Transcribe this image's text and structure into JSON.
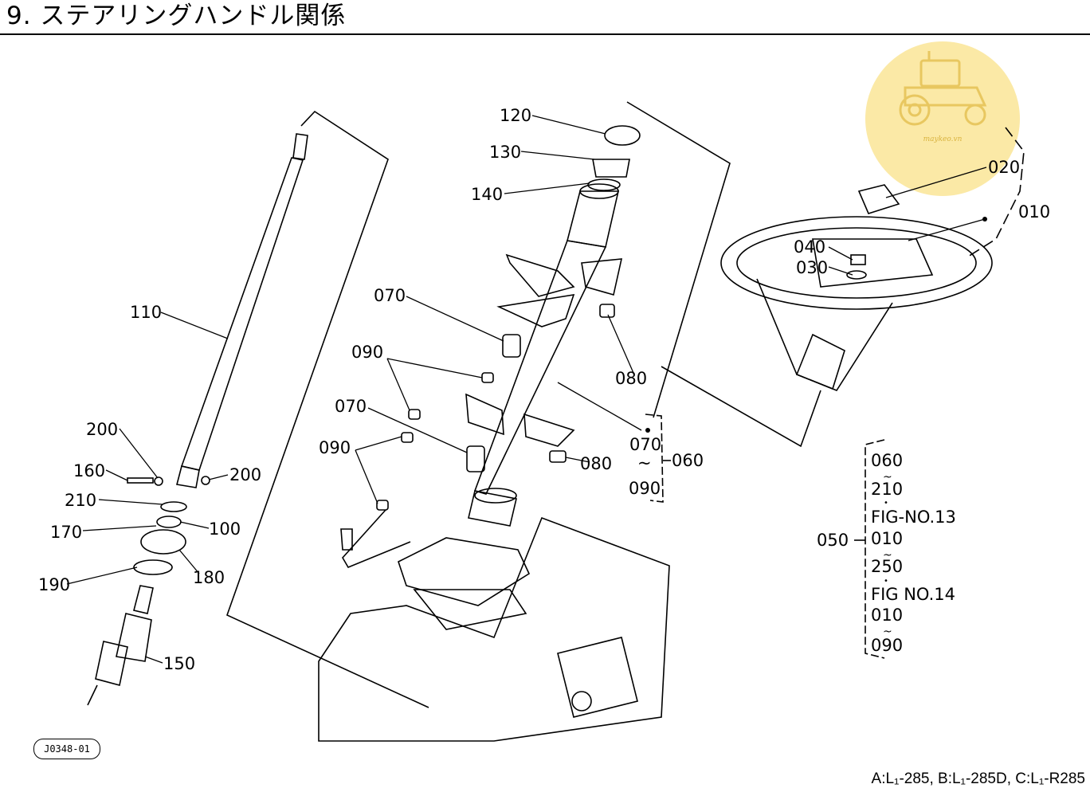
{
  "header": {
    "title": "9. ステアリングハンドル関係"
  },
  "watermark": {
    "text": "maykeo.vn",
    "color": "#fbe9a6"
  },
  "drawing_number": "J0348-01",
  "footer_models": "A:L₁-285, B:L₁-285D, C:L₁-R285",
  "part_labels": {
    "p120": "120",
    "p130": "130",
    "p140": "140",
    "p070a": "070",
    "p090a": "090",
    "p070b": "070",
    "p090b": "090",
    "p080a": "080",
    "p080b": "080",
    "p110": "110",
    "p200a": "200",
    "p160": "160",
    "p200b": "200",
    "p210": "210",
    "p100": "100",
    "p170": "170",
    "p180": "180",
    "p190": "190",
    "p150": "150",
    "p020": "020",
    "p010": "010",
    "p040": "040",
    "p030": "030",
    "g070": "070",
    "g090": "090",
    "g060": "060"
  },
  "reference_group": {
    "label": "050",
    "lines": [
      "060",
      "~",
      "210",
      "•",
      "FIG-NO.13",
      "010",
      "~",
      "250",
      "•",
      "FIG NO.14",
      "010",
      "~",
      "090"
    ]
  }
}
